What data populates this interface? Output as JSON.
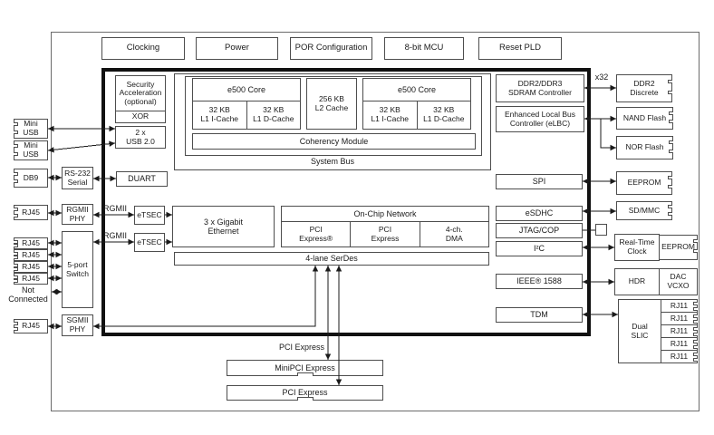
{
  "colors": {
    "background": "#ffffff",
    "box_border": "#4d4d4d",
    "chip_border": "#111111",
    "wire": "#1a1a1a"
  },
  "top_row": {
    "items": [
      "Clocking",
      "Power",
      "POR Configuration",
      "8-bit MCU",
      "Reset PLD"
    ]
  },
  "soc": {
    "security": "Security\nAcceleration\n(optional)",
    "xor": "XOR",
    "usb": "2 x\nUSB 2.0",
    "duart": "DUART",
    "etsec": [
      "eTSEC",
      "eTSEC"
    ],
    "rgmii_labels": [
      "RGMII",
      "RGMII"
    ],
    "gige": "3 x Gigabit\nEthernet",
    "system_bus_label": "System Bus",
    "core1": {
      "title": "e500 Core",
      "icache": "32 KB\nL1 I-Cache",
      "dcache": "32 KB\nL1 D-Cache"
    },
    "core2": {
      "title": "e500 Core",
      "icache": "32 KB\nL1 I-Cache",
      "dcache": "32 KB\nL1 D-Cache"
    },
    "l2": "256 KB\nL2 Cache",
    "coherency": "Coherency Module",
    "ocn": {
      "title": "On-Chip Network",
      "cells": [
        "PCI\nExpress®",
        "PCI\nExpress",
        "4-ch.\nDMA"
      ]
    },
    "serdes": "4-lane SerDes",
    "ddr_controller": "DDR2/DDR3\nSDRAM Controller",
    "elbc": "Enhanced Local Bus\nController (eLBC)",
    "spi": "SPI",
    "esdhc": "eSDHC",
    "jtag": "JTAG/COP",
    "i2c": "I²C",
    "ieee1588": "IEEE® 1588",
    "tdm": "TDM"
  },
  "left": {
    "mini_usb": [
      "Mini\nUSB",
      "Mini\nUSB"
    ],
    "db9": "DB9",
    "rs232": "RS-232\nSerial",
    "rj45_top": "RJ45",
    "rgmii_phy": "RGMII\nPHY",
    "rj45_group": [
      "RJ45",
      "RJ45",
      "RJ45",
      "RJ45"
    ],
    "not_connected": "Not\nConnected",
    "switch": "5-port\nSwitch",
    "sgmii_phy": "SGMII\nPHY",
    "rj45_bottom": "RJ45"
  },
  "right": {
    "x32": "x32",
    "ddr2_discrete": "DDR2\nDiscrete",
    "nand": "NAND Flash",
    "nor": "NOR Flash",
    "eeprom_top": "EEPROM",
    "sdmmc": "SD/MMC",
    "rtc": "Real-Time\nClock",
    "rtc_eeprom": "EEPROM",
    "hdr": "HDR",
    "dac_vcxo": "DAC\nVCXO",
    "dual_slic": "Dual\nSLIC",
    "rj11": [
      "RJ11",
      "RJ11",
      "RJ11",
      "RJ11",
      "RJ11"
    ]
  },
  "bottom": {
    "pcie_label": "PCI Express",
    "minipcie_slot": "MiniPCI Express",
    "pcie_slot": "PCI Express"
  }
}
